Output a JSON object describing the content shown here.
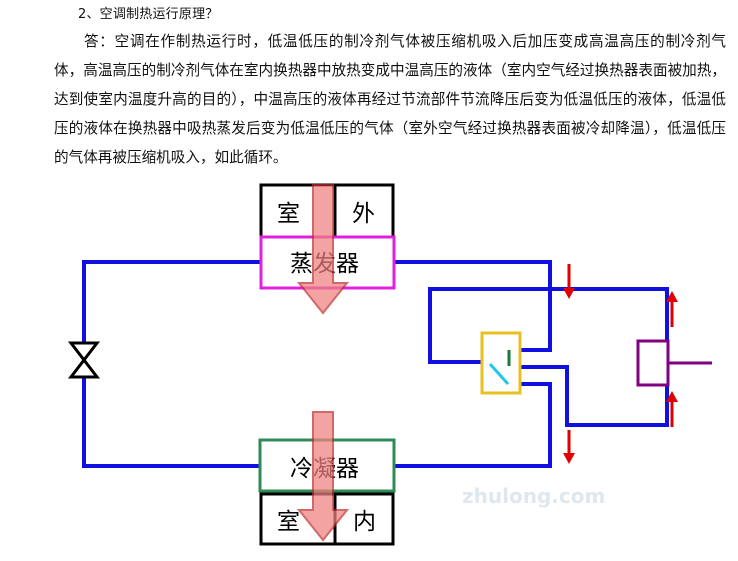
{
  "question": {
    "title": "2、空调制热运行原理？"
  },
  "answer": {
    "text": "答：空调在作制热运行时，低温低压的制冷剂气体被压缩机吸入后加压变成高温高压的制冷剂气体，高温高压的制冷剂气体在室内换热器中放热变成中温高压的液体（室内空气经过换热器表面被加热，达到使室内温度升高的目的），中温高压的液体再经过节流部件节流降压后变为低温低压的液体，低温低压的液体在换热器中吸热蒸发后变为低温低压的气体（室外空气经过换热器表面被冷却降温），低温低压的气体再被压缩机吸入，如此循环。"
  },
  "diagram": {
    "outdoor": {
      "label_left": "室",
      "label_right": "外"
    },
    "evaporator": {
      "label": "蒸发器"
    },
    "condenser": {
      "label": "冷凝器"
    },
    "indoor": {
      "label_left": "室",
      "label_right": "内"
    },
    "watermark": "zhulong.com",
    "colors": {
      "pipe": "#1010e0",
      "evaporator_border": "#e020e0",
      "condenser_border": "#2e8b57",
      "valve_border": "#e8c020",
      "compressor": "#800080",
      "flow_arrow": "#e00000",
      "heat_arrow_fill": "#f08080",
      "heat_arrow_stroke": "#c03030"
    }
  }
}
